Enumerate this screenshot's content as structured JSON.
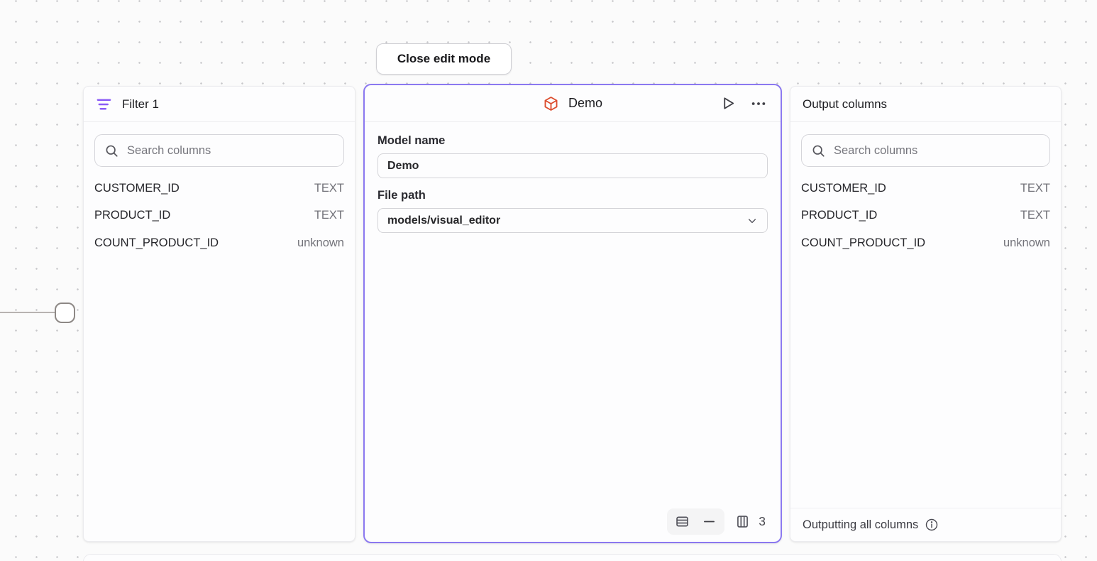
{
  "toolbar": {
    "close_button_label": "Close edit mode"
  },
  "filter_panel": {
    "title": "Filter 1",
    "icon": "filter-lines-icon",
    "search_placeholder": "Search columns",
    "columns": [
      {
        "name": "CUSTOMER_ID",
        "type": "TEXT"
      },
      {
        "name": "PRODUCT_ID",
        "type": "TEXT"
      },
      {
        "name": "COUNT_PRODUCT_ID",
        "type": "unknown"
      }
    ]
  },
  "model_panel": {
    "title": "Demo",
    "icon": "model-cube-icon",
    "header_actions": [
      "run-play-icon",
      "more-ellipsis-icon"
    ],
    "model_name_label": "Model name",
    "model_name_value": "Demo",
    "file_path_label": "File path",
    "file_path_value": "models/visual_editor",
    "footer_icons": [
      "table-rows-icon",
      "minus-icon",
      "table-columns-icon"
    ],
    "column_count": "3"
  },
  "output_panel": {
    "title": "Output columns",
    "search_placeholder": "Search columns",
    "columns": [
      {
        "name": "CUSTOMER_ID",
        "type": "TEXT"
      },
      {
        "name": "PRODUCT_ID",
        "type": "TEXT"
      },
      {
        "name": "COUNT_PRODUCT_ID",
        "type": "unknown"
      }
    ],
    "footer_text": "Outputting all columns",
    "footer_icon": "info-icon"
  },
  "colors": {
    "selected_node_border": "#8b78f0",
    "filter_icon_purple": "#8b5cf6",
    "model_cube_red": "#dc4b2c",
    "canvas_background": "#fbfbfb",
    "canvas_dots": "#c7c7ca",
    "muted_text": "#71717a"
  }
}
